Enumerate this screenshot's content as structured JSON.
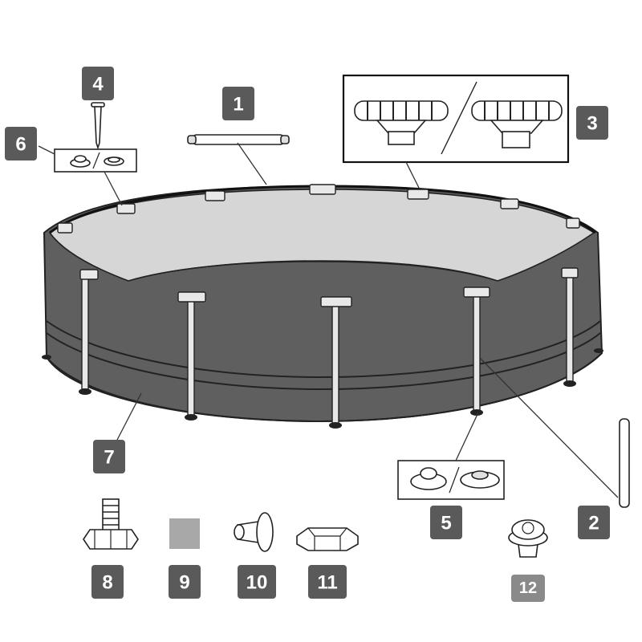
{
  "diagram": {
    "labels": [
      {
        "id": "1",
        "text": "1"
      },
      {
        "id": "2",
        "text": "2"
      },
      {
        "id": "3",
        "text": "3"
      },
      {
        "id": "4",
        "text": "4"
      },
      {
        "id": "5",
        "text": "5"
      },
      {
        "id": "6",
        "text": "6"
      },
      {
        "id": "7",
        "text": "7"
      },
      {
        "id": "8",
        "text": "8"
      },
      {
        "id": "9",
        "text": "9"
      },
      {
        "id": "10",
        "text": "10"
      },
      {
        "id": "11",
        "text": "11"
      },
      {
        "id": "12",
        "text": "12"
      }
    ],
    "colors": {
      "badge": "#5a5a5a",
      "badge_light": "#8a8a8a",
      "pool_wall": "#5f5f5f",
      "pool_floor": "#d6d6d6",
      "patch": "#a8a8a8",
      "line": "#222222"
    }
  }
}
